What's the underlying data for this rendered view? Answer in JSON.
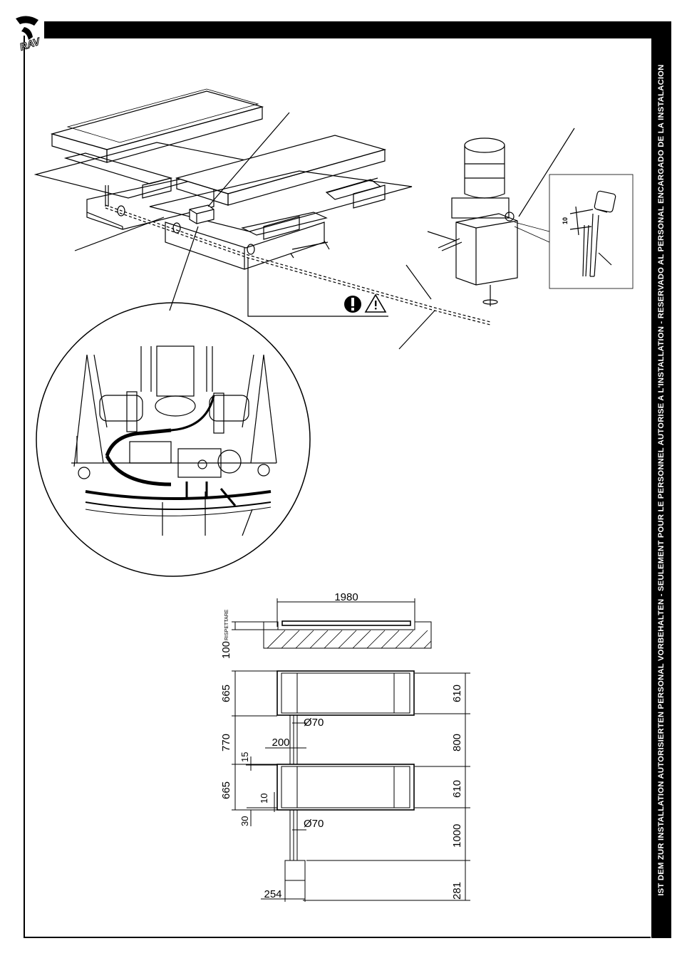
{
  "sidebar_text": "IST DEM ZUR INSTALLATION AUTORISIERTEN PERSONAL VORBEHALTEN - SEULEMENT POUR LE PERSONNEL AUTORISE A L'INSTALLATION - RESERVADO AL PERSONAL ENCARGADO DE LA INSTALACION",
  "logo_text": "RAV",
  "warning_icons": [
    "mandatory-exclamation-icon",
    "warning-triangle-icon"
  ],
  "detail_dimension": "10",
  "dimensions": {
    "overall_length": "1980",
    "rispettare_label": "RISPETTARE",
    "depth": "100",
    "left_platform_top": "665",
    "left_gap": "770",
    "left_platform_bottom": "665",
    "pipe_offset": "200",
    "small_15": "15",
    "small_10": "10",
    "small_30": "30",
    "pipe_dia_top": "Ø70",
    "pipe_dia_bottom": "Ø70",
    "right_platform_top": "610",
    "right_gap": "800",
    "right_platform_bottom": "610",
    "right_control": "1000",
    "control_width": "254",
    "control_depth": "281"
  }
}
